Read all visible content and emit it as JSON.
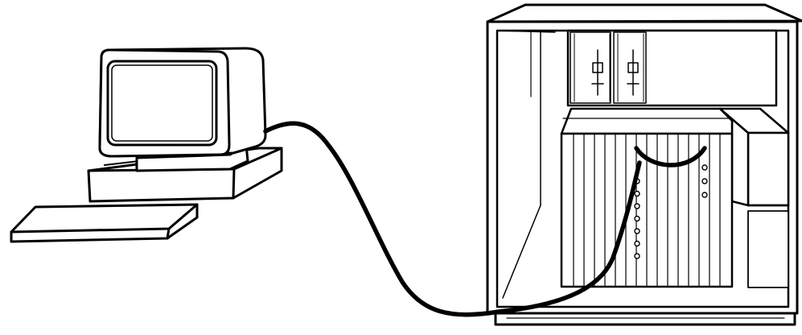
{
  "diagram": {
    "description_text": "",
    "colors": {
      "ink": "#000000",
      "paper": "#ffffff"
    },
    "parts": {
      "terminal": [
        "monitor-icon",
        "system-unit-icon",
        "keyboard-icon"
      ],
      "cabinet": [
        "cabinet-icon",
        "upper-module-icon",
        "card-cage-icon",
        "side-unit-icon",
        "base-plinth-icon"
      ],
      "connections": [
        "terminal-cable-icon",
        "jumper-cable-icon"
      ]
    },
    "card_cage": {
      "slot_count": 16,
      "left_led_count": 7,
      "right_led_count": 3
    }
  }
}
